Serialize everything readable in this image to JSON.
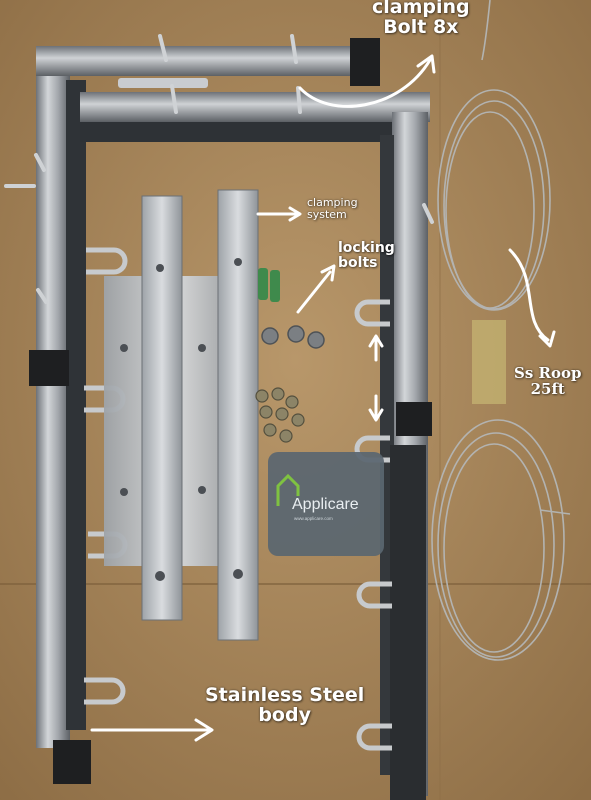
{
  "labels": {
    "clamping_bolt": [
      "clamping",
      "Bolt 8x"
    ],
    "clamping_system": [
      "clamping",
      "system"
    ],
    "locking_bolts": [
      "locking",
      "bolts"
    ],
    "ss_roop": [
      "Ss Roop",
      "25ft"
    ],
    "stainless_body": [
      "Stainless Steel",
      "body"
    ]
  },
  "watermark": {
    "name": "Applicare",
    "url": "www.applicare.com",
    "icon": "house-logo-icon"
  },
  "colors": {
    "cardboard": "#a8875c",
    "steel": "#b9bcc0",
    "dark_steel": "#454a4f",
    "label_text": "#ffffff",
    "watermark_bg": "#5a6670",
    "watermark_green": "#7fc241"
  }
}
